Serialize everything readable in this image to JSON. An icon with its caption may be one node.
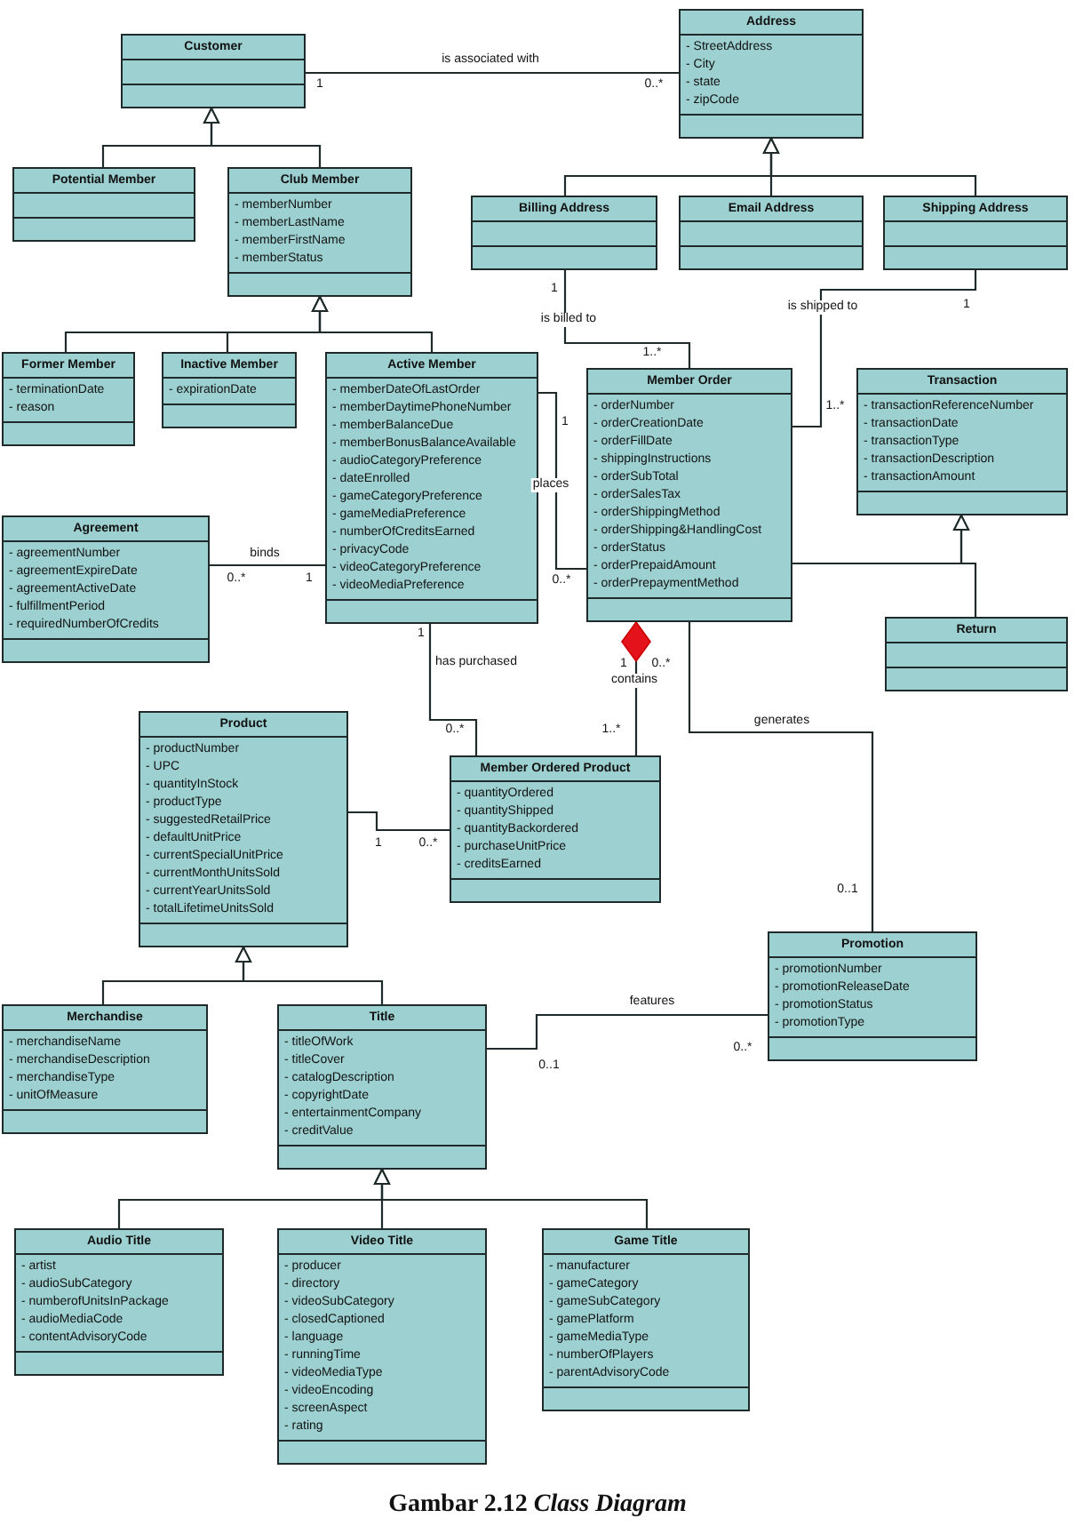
{
  "diagram": {
    "caption": "Gambar 2.12 *Class Diagram*",
    "nodes": [
      {
        "text": [
          "Customer"
        ]
      },
      {
        "text": [
          "Address",
          "- StreetAddress",
          "- City",
          "- state",
          "- zipCode"
        ]
      },
      {
        "text": [
          "Potential Member"
        ]
      },
      {
        "text": [
          "Club Member",
          "- memberNumber",
          "- memberLastName",
          "- memberFirstName",
          "- memberStatus"
        ]
      },
      {
        "text": [
          "Billing Address"
        ]
      },
      {
        "text": [
          "Email Address"
        ]
      },
      {
        "text": [
          "Shipping Address"
        ]
      },
      {
        "text": [
          "Former Member",
          "- terminationDate",
          "- reason"
        ]
      },
      {
        "text": [
          "Inactive Member",
          "- expirationDate"
        ]
      },
      {
        "text": [
          "Active Member",
          "- memberDateOfLastOrder",
          "- memberDaytimePhoneNumber",
          "- memberBalanceDue",
          "- memberBonusBalanceAvailable",
          "- audioCategoryPreference",
          "- dateEnrolled",
          "- gameCategoryPreference",
          "- gameMediaPreference",
          "- numberOfCreditsEarned",
          "- privacyCode",
          "- videoCategoryPreference",
          "- videoMediaPreference"
        ]
      },
      {
        "text": [
          "Member Order",
          "- orderNumber",
          "- orderCreationDate",
          "- orderFillDate",
          "- shippingInstructions",
          "- orderSubTotal",
          "- orderSalesTax",
          "- orderShippingMethod",
          "- orderShipping&HandlingCost",
          "- orderStatus",
          "- orderPrepaidAmount",
          "- orderPrepaymentMethod"
        ]
      },
      {
        "text": [
          "Transaction",
          "- transactionReferenceNumber",
          "- transactionDate",
          "- transactionType",
          "- transactionDescription",
          "- transactionAmount"
        ]
      },
      {
        "text": [
          "Agreement",
          "- agreementNumber",
          "- agreementExpireDate",
          "- agreementActiveDate",
          "- fulfillmentPeriod",
          "- requiredNumberOfCredits"
        ]
      },
      {
        "text": [
          "Return"
        ]
      },
      {
        "text": [
          "Product",
          "- productNumber",
          "- UPC",
          "- quantityInStock",
          "- productType",
          "- suggestedRetailPrice",
          "- defaultUnitPrice",
          "- currentSpecialUnitPrice",
          "- currentMonthUnitsSold",
          "- currentYearUnitsSold",
          "- totalLifetimeUnitsSold"
        ]
      },
      {
        "text": [
          "Member Ordered Product",
          "- quantityOrdered",
          "- quantityShipped",
          "- quantityBackordered",
          "- purchaseUnitPrice",
          "- creditsEarned"
        ]
      },
      {
        "text": [
          "Promotion",
          "- promotionNumber",
          "- promotionReleaseDate",
          "- promotionStatus",
          "- promotionType"
        ]
      },
      {
        "text": [
          "Merchandise",
          "- merchandiseName",
          "- merchandiseDescription",
          "- merchandiseType",
          "- unitOfMeasure"
        ]
      },
      {
        "text": [
          "Title",
          "- titleOfWork",
          "- titleCover",
          "- catalogDescription",
          "- copyrightDate",
          "- entertainmentCompany",
          "- creditValue"
        ]
      },
      {
        "text": [
          "Audio Title",
          "- artist",
          "- audioSubCategory",
          "- numberofUnitsInPackage",
          "- audioMediaCode",
          "- contentAdvisoryCode"
        ]
      },
      {
        "text": [
          "Video Title",
          "- producer",
          "- directory",
          "- videoSubCategory",
          "- closedCaptioned",
          "- language",
          "- runningTime",
          "- videoMediaType",
          "- videoEncoding",
          "- screenAspect",
          "- rating"
        ]
      },
      {
        "text": [
          "Game Title",
          "- manufacturer",
          "- gameCategory",
          "- gameSubCategory",
          "- gamePlatform",
          "- gameMediaType",
          "- numberOfPlayers",
          "- parentAdvisoryCode"
        ]
      }
    ],
    "edges": [
      {
        "from": 0,
        "to": 1,
        "arrow": "none",
        "label": "is associated with"
      },
      {
        "from": 2,
        "to": 0,
        "arrow": "to"
      },
      {
        "from": 3,
        "to": 0,
        "arrow": "to"
      },
      {
        "from": 4,
        "to": 1,
        "arrow": "to"
      },
      {
        "from": 5,
        "to": 1,
        "arrow": "to"
      },
      {
        "from": 6,
        "to": 1,
        "arrow": "to"
      },
      {
        "from": 4,
        "to": 10,
        "arrow": "none",
        "label": "is billed to"
      },
      {
        "from": 6,
        "to": 10,
        "arrow": "none",
        "label": "is shipped to"
      },
      {
        "from": 7,
        "to": 3,
        "arrow": "to"
      },
      {
        "from": 8,
        "to": 3,
        "arrow": "to"
      },
      {
        "from": 9,
        "to": 3,
        "arrow": "to"
      },
      {
        "from": 9,
        "to": 10,
        "arrow": "none",
        "label": "places"
      },
      {
        "from": 10,
        "to": 11,
        "arrow": "to"
      },
      {
        "from": 13,
        "to": 11,
        "arrow": "to"
      },
      {
        "from": 12,
        "to": 9,
        "arrow": "none",
        "label": "binds"
      },
      {
        "from": 9,
        "to": 15,
        "arrow": "none",
        "label": "has purchased"
      },
      {
        "from": 10,
        "to": 15,
        "arrow": "other",
        "label": "contains"
      },
      {
        "from": 10,
        "to": 16,
        "arrow": "none",
        "label": "generates"
      },
      {
        "from": 14,
        "to": 15,
        "arrow": "none"
      },
      {
        "from": 17,
        "to": 14,
        "arrow": "to"
      },
      {
        "from": 18,
        "to": 14,
        "arrow": "to"
      },
      {
        "from": 18,
        "to": 16,
        "arrow": "none",
        "label": "features"
      },
      {
        "from": 19,
        "to": 18,
        "arrow": "to"
      },
      {
        "from": 20,
        "to": 18,
        "arrow": "to"
      },
      {
        "from": 21,
        "to": 18,
        "arrow": "to"
      }
    ],
    "labels": [
      "1",
      "0..*",
      "1",
      "1",
      "1..*",
      "1..*",
      "1",
      "0..*",
      "1",
      "0..*",
      "1",
      "1",
      "0..*",
      "0..*",
      "1..*",
      "1",
      "0..*",
      "0..1",
      "0..*",
      "0..1"
    ]
  }
}
